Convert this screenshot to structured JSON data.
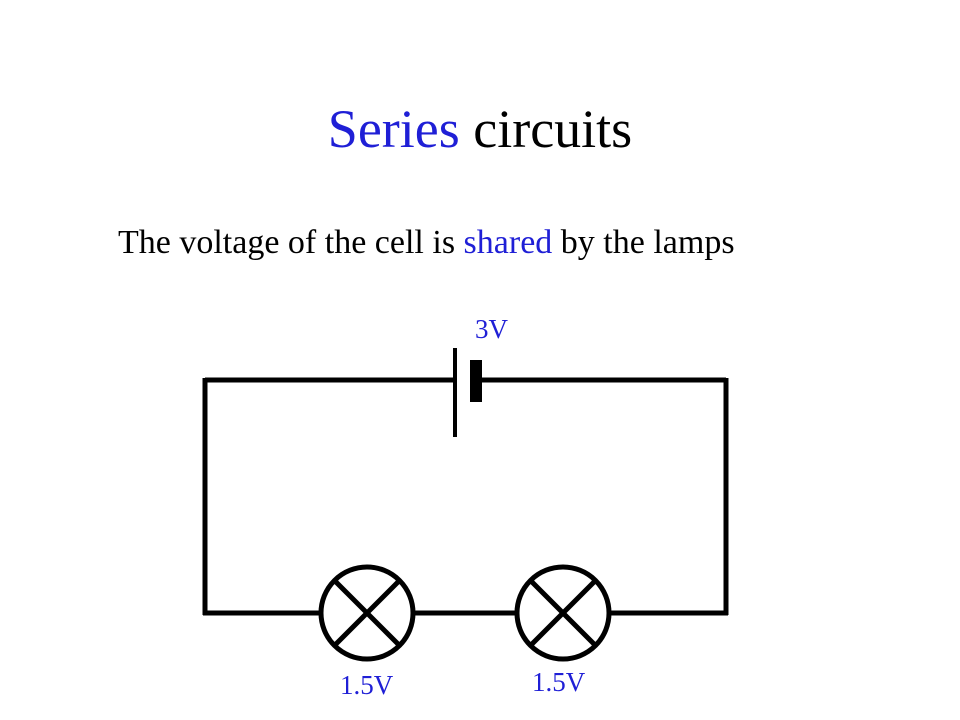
{
  "title": {
    "part1": "Series",
    "part2": " circuits"
  },
  "body": {
    "part1": "The voltage of the cell is ",
    "highlight": "shared",
    "part2": " by the lamps"
  },
  "labels": {
    "cell": "3V",
    "lamp1": "1.5V",
    "lamp2": "1.5V"
  },
  "colors": {
    "accent": "#1f1fd6",
    "wire": "#000000"
  }
}
